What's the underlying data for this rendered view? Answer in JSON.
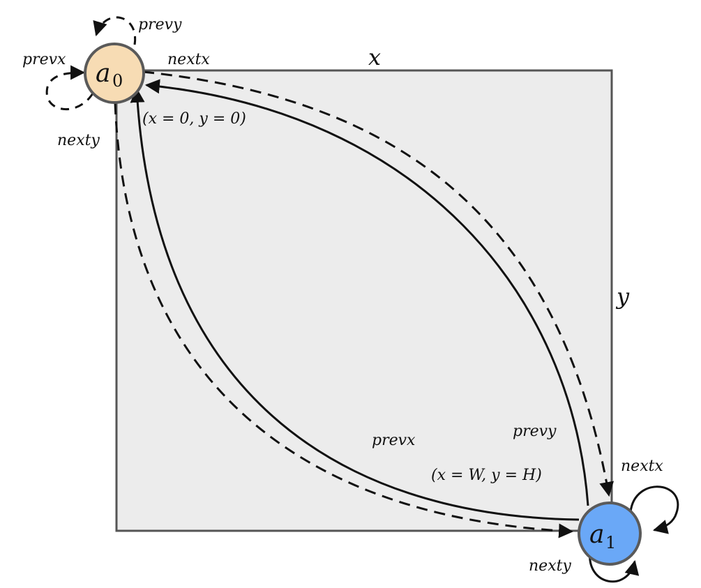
{
  "diagram": {
    "grid": {
      "fill": "#ececec",
      "stroke": "#555555",
      "x_axis_label": "x",
      "y_axis_label": "y"
    },
    "nodes": [
      {
        "id": "a0",
        "base": "a",
        "subscript": "0",
        "fill": "#f7dcb4",
        "stroke": "#5a5a5a",
        "coord_label": "(x = 0, y = 0)"
      },
      {
        "id": "a1",
        "base": "a",
        "subscript": "1",
        "fill": "#6aa8f7",
        "stroke": "#5a5a5a",
        "coord_label": "(x = W, y = H)"
      }
    ],
    "edges": [
      {
        "from": "a0",
        "to": "a0",
        "label": "prevx",
        "style": "dashed"
      },
      {
        "from": "a0",
        "to": "a0",
        "label": "prevy",
        "style": "dashed"
      },
      {
        "from": "a0",
        "to": "a1",
        "label": "nextx",
        "style": "dashed"
      },
      {
        "from": "a0",
        "to": "a1",
        "label": "nexty",
        "style": "dashed"
      },
      {
        "from": "a1",
        "to": "a0",
        "label": "prevx",
        "style": "solid"
      },
      {
        "from": "a1",
        "to": "a0",
        "label": "prevy",
        "style": "solid"
      },
      {
        "from": "a1",
        "to": "a1",
        "label": "nextx",
        "style": "solid"
      },
      {
        "from": "a1",
        "to": "a1",
        "label": "nexty",
        "style": "solid"
      }
    ],
    "labels": {
      "a0_prevy": "prevy",
      "a0_prevx": "prevx",
      "a0_nextx": "nextx",
      "a0_nexty": "nexty",
      "mid_prevx": "prevx",
      "mid_prevy": "prevy",
      "a1_nextx": "nextx",
      "a1_nexty": "nexty"
    }
  }
}
